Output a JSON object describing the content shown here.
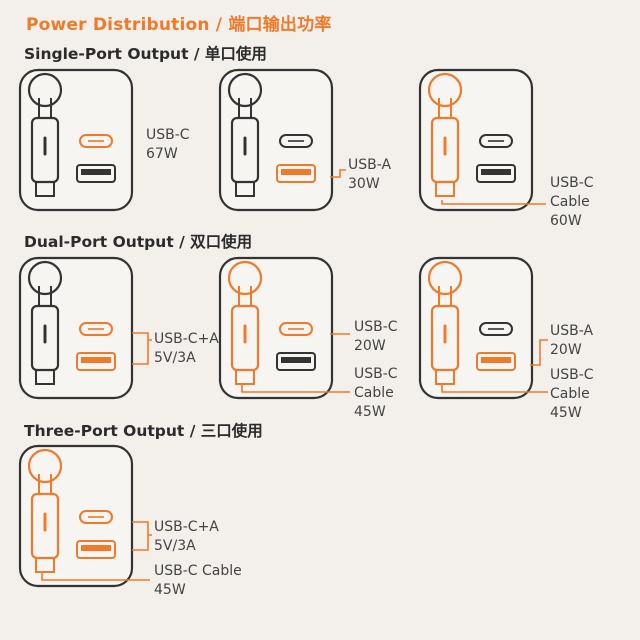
{
  "title": "Power Distribution / 端口输出功率",
  "sections": {
    "single": "Single-Port Output / 单口使用",
    "dual": "Dual-Port Output / 双口使用",
    "three": "Three-Port Output / 三口使用"
  },
  "colors": {
    "accent": "#f07a2a",
    "ink": "#333333",
    "background": "#f3f0ec"
  },
  "labels": {
    "s1": {
      "l1": "USB-C",
      "l2": "67W"
    },
    "s2": {
      "l1": "USB-A",
      "l2": "30W"
    },
    "s3": {
      "l1": "USB-C",
      "l2": "Cable",
      "l3": "60W"
    },
    "d1": {
      "l1": "USB-C+A",
      "l2": "5V/3A"
    },
    "d2a": {
      "l1": "USB-C",
      "l2": "20W"
    },
    "d2b": {
      "l1": "USB-C",
      "l2": "Cable",
      "l3": "45W"
    },
    "d3a": {
      "l1": "USB-A",
      "l2": "20W"
    },
    "d3b": {
      "l1": "USB-C",
      "l2": "Cable",
      "l3": "45W"
    },
    "t1a": {
      "l1": "USB-C+A",
      "l2": "5V/3A"
    },
    "t1b": {
      "l1": "USB-C Cable",
      "l2": "45W"
    }
  },
  "devices": [
    {
      "id": "single-usbc",
      "active": [
        "usbc"
      ]
    },
    {
      "id": "single-usba",
      "active": [
        "usba"
      ]
    },
    {
      "id": "single-cable",
      "active": [
        "cable"
      ]
    },
    {
      "id": "dual-usbc-usba",
      "active": [
        "usbc",
        "usba"
      ]
    },
    {
      "id": "dual-usbc-cable",
      "active": [
        "usbc",
        "cable"
      ]
    },
    {
      "id": "dual-usba-cable",
      "active": [
        "usba",
        "cable"
      ]
    },
    {
      "id": "three-all",
      "active": [
        "usbc",
        "usba",
        "cable"
      ]
    }
  ]
}
